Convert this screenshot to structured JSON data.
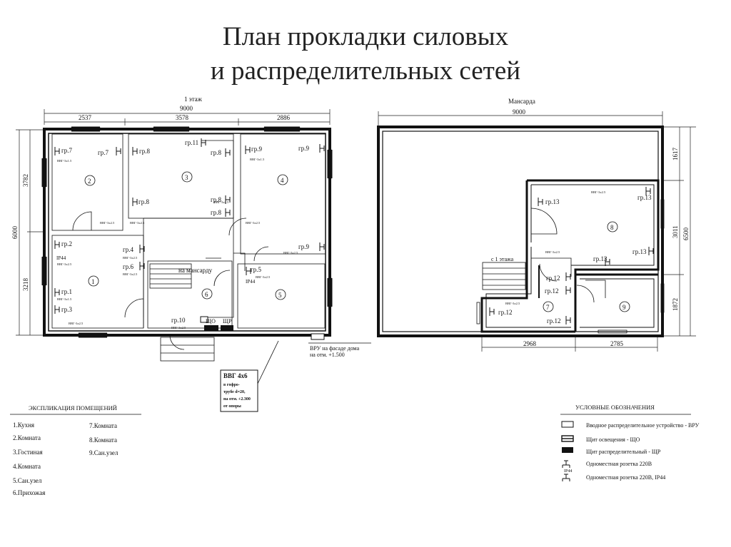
{
  "title_line1": "План прокладки силовых",
  "title_line2": "и распределительных сетей",
  "plan1": {
    "floor_label": "1 этаж",
    "total_width": "9000",
    "dim_top": [
      "2537",
      "3578",
      "2886"
    ],
    "dim_left_total": "6000",
    "dim_left": [
      "3782",
      "3218"
    ],
    "rooms": [
      "1",
      "2",
      "3",
      "4",
      "5",
      "6"
    ],
    "groups": {
      "g7a": "гр.7",
      "g7b": "гр.7",
      "g8a": "гр.8",
      "g8b": "гр.8",
      "g8c": "гр.8",
      "g8d": "гр.8",
      "g8e": "гр.8",
      "g9a": "гр.9",
      "g9b": "гр.9",
      "g9c": "гр.9",
      "g11": "гр.11",
      "g2": "гр.2",
      "g4": "гр.4",
      "g6": "гр.6",
      "g1": "гр.1",
      "g3": "гр.3",
      "g5": "гр.5",
      "g10": "гр.10"
    },
    "ip44_a": "IP44",
    "ip44_b": "IP44",
    "stairs_label": "на мансарду",
    "panel_label_a": "ЩО",
    "panel_label_b": "ЩР",
    "vru_line1": "ВРУ на фасаде дома",
    "vru_line2": "на отм. +1.500",
    "cable_title": "ВВГ 4х6",
    "cable_line1": "в гофро-",
    "cable_line2": "трубе d=20,",
    "cable_line3": "на отм. +2.300",
    "cable_line4": "от опоры",
    "cable_tags": [
      "ВВГ-3х1.5",
      "ВВГ-3х2.5"
    ]
  },
  "plan2": {
    "floor_label": "Мансарда",
    "total_width": "9000",
    "dim_right_total": "6500",
    "dim_right": [
      "1617",
      "3011",
      "1872"
    ],
    "dim_bottom": [
      "2968",
      "2785"
    ],
    "rooms": [
      "7",
      "8",
      "9"
    ],
    "groups": {
      "g13a": "гр.13",
      "g13b": "гр.13",
      "g13c": "гр.13",
      "g13d": "гр.13",
      "g12a": "гр.12",
      "g12b": "гр.12",
      "g12c": "гр.12",
      "g12d": "гр.12"
    },
    "stairs_label": "с 1 этажа"
  },
  "explication": {
    "title": "ЭКСПЛИКАЦИЯ ПОМЕЩЕНИЙ",
    "col1": [
      "1.Кухня",
      "2.Комната",
      "3.Гостиная",
      "4.Комната",
      "5.Сан.узел",
      "6.Прихожая"
    ],
    "col2": [
      "7.Комната",
      "8.Комната",
      "9.Сан.узел"
    ]
  },
  "legend": {
    "title": "УСЛОВНЫЕ ОБОЗНАЧЕНИЯ",
    "items": [
      "Вводное распределительное устройство - ВРУ",
      "Щит освещения - ЩО",
      "Щит распределительный - ЩР",
      "Одноместная розетка 220В",
      "Одноместная розетка 220В, IP44"
    ],
    "ip_label": "IP44"
  }
}
